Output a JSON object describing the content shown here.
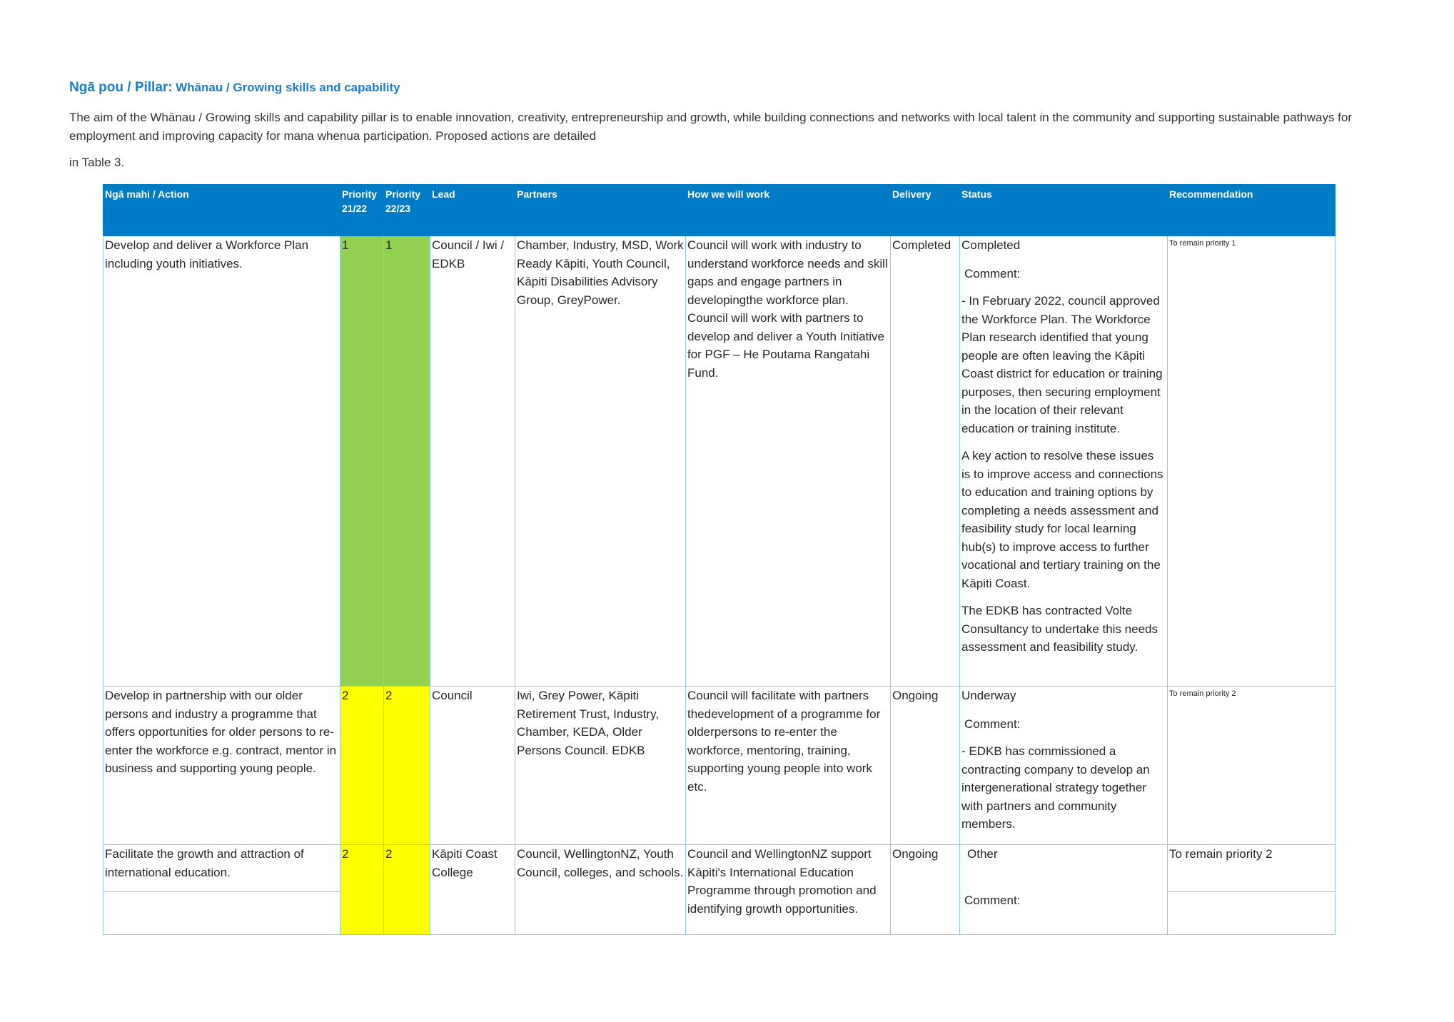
{
  "heading": {
    "prefix": "Ngā pou / Pillar:",
    "title": "Whānau / Growing skills and capability"
  },
  "intro": {
    "text": "The aim of the Whānau / Growing skills and capability pillar is to enable innovation, creativity, entrepreneurship and growth, while building connections and networks with local talent in the community and supporting sustainable pathways for employment and improving capacity for mana whenua participation. Proposed actions are detailed",
    "tail": "in Table 3."
  },
  "table": {
    "headers": {
      "action": "Ngā mahi / Action",
      "priority_2122": "Priority 21/22",
      "priority_2223": "Priority 22/23",
      "lead": "Lead",
      "partners": "Partners",
      "how": "How we will work",
      "delivery": "Delivery",
      "status": "Status",
      "recommendation": "Recommendation"
    },
    "rows": [
      {
        "action": "Develop and deliver a Workforce Plan including youth initiatives.",
        "priority_2122": "1",
        "priority_2223": "1",
        "lead": "Council / Iwi / EDKB",
        "partners": "Chamber, Industry, MSD, Work Ready Kāpiti, Youth Council, Kāpiti Disabilities Advisory Group, GreyPower.",
        "how": "Council will work with industry to understand workforce needs and skill gaps and engage partners in developingthe workforce plan. Council will work with partners to develop and deliver a Youth Initiative for PGF – He Poutama Rangatahi Fund.",
        "delivery": "Completed",
        "status": "Completed",
        "comment_label": "Comment:",
        "comment_paras": [
          "- In February 2022, council approved the Workforce Plan. The Workforce Plan research identified that young people are often leaving the Kāpiti Coast district for education or training purposes, then securing employment in the location of their relevant education or training institute.",
          "A key action to resolve these issues is to improve access and connections to education and training options by completing a needs assessment and feasibility study for local learning hub(s) to improve access to further vocational and tertiary training on the Kāpiti Coast.",
          "The EDKB has contracted Volte Consultancy to undertake this needs assessment and feasibility study."
        ],
        "recommendation": "To remain priority 1"
      },
      {
        "action": "Develop in partnership with our older persons and industry a programme that offers opportunities for older persons to re-enter the workforce e.g. contract, mentor in business and supporting young people.",
        "priority_2122": "2",
        "priority_2223": "2",
        "lead": "Council",
        "partners": "Iwi, Grey Power, Kāpiti Retirement Trust, Industry, Chamber, KEDA, Older Persons Council. EDKB",
        "how": "Council will facilitate with partners thedevelopment of a programme for olderpersons to re-enter the workforce, mentoring, training, supporting young people into work etc.",
        "delivery": "Ongoing",
        "status": "Underway",
        "comment_label": "Comment:",
        "comment_paras": [
          "- EDKB has commissioned a contracting company to develop an intergenerational strategy together with partners and community members."
        ],
        "recommendation": "To remain priority 2"
      },
      {
        "action": "Facilitate the growth and attraction of international education.",
        "priority_2122": "2",
        "priority_2223": "2",
        "lead": "Kāpiti Coast College",
        "partners": "Council, WellingtonNZ, Youth Council, colleges, and schools.",
        "how": "Council and WellingtonNZ support Kāpiti's International Education Programme through promotion and identifying growth opportunities.",
        "delivery": "Ongoing",
        "status": "Other",
        "comment_label": "Comment:",
        "recommendation": "To remain priority 2"
      }
    ]
  }
}
